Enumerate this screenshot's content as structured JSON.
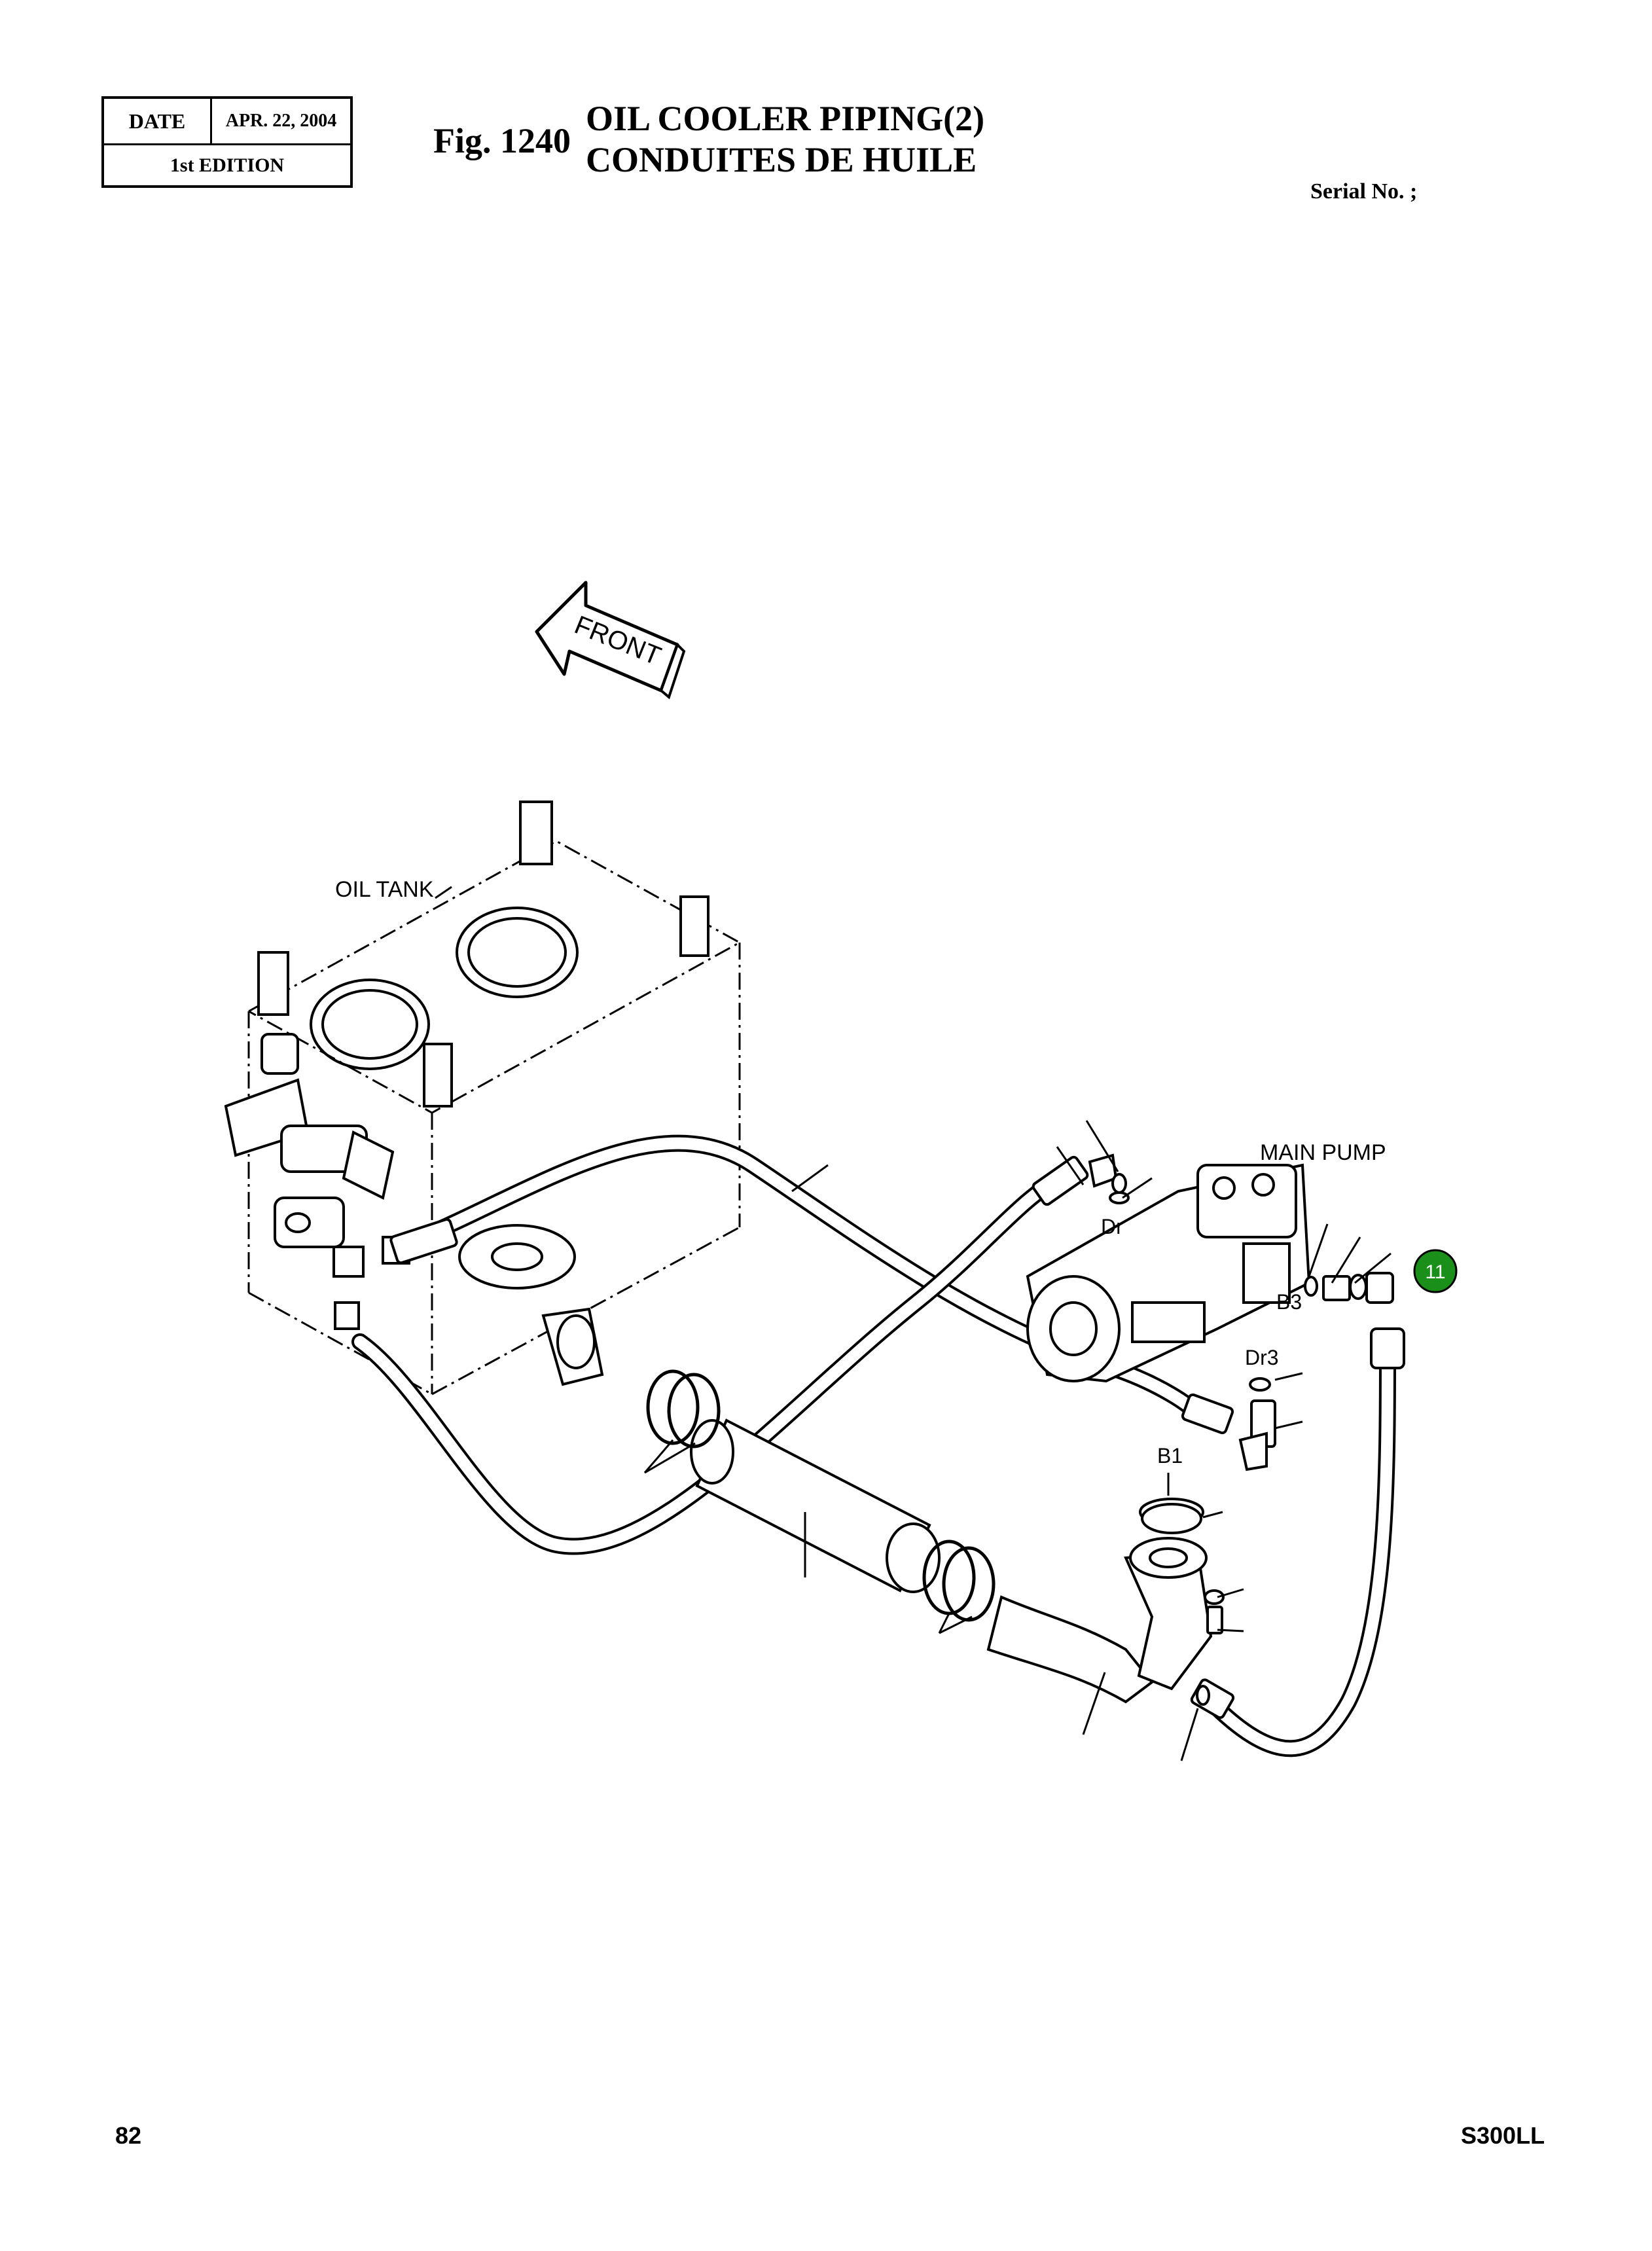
{
  "header": {
    "date_label": "DATE",
    "date_value": "APR. 22, 2004",
    "edition": "1st EDITION",
    "fig_label": "Fig. 1240",
    "title_en": "OIL COOLER PIPING(2)",
    "title_fr": "CONDUITES DE HUILE",
    "serial": "Serial No. ;"
  },
  "diagram": {
    "front_arrow": "FRONT",
    "labels": {
      "oil_tank": "OIL TANK",
      "main_pump": "MAIN PUMP",
      "dr": "Dr",
      "b3": "B3",
      "dr3": "Dr3",
      "b1": "B1"
    },
    "callout": {
      "number": "11",
      "color": "#1a8f1a"
    }
  },
  "footer": {
    "page_number": "82",
    "model": "S300LL"
  }
}
